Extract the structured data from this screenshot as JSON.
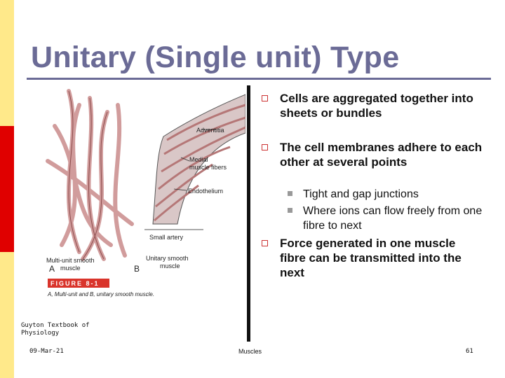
{
  "title": "Unitary (Single unit) Type",
  "figure": {
    "labels": {
      "adventitia": "Adventitia",
      "medial_1": "Medial",
      "medial_2": "muscle fibers",
      "endothelium": "Endothelium",
      "small_artery": "Small artery",
      "multi_1": "Multi-unit smooth",
      "multi_2": "muscle",
      "unitary_1": "Unitary smooth",
      "unitary_2": "muscle",
      "a": "A",
      "b": "B",
      "figure_tag": "FIGURE 8-1",
      "caption": "A, Multi-unit and B, unitary smooth muscle."
    }
  },
  "bullets": [
    {
      "text": "Cells are aggregated together into sheets or bundles"
    },
    {
      "text": "The cell membranes adhere to each other at several points"
    }
  ],
  "sub_bullets": [
    {
      "text": "Tight and gap junctions"
    },
    {
      "text": "Where ions can flow freely from one fibre to next"
    }
  ],
  "bullet3": {
    "text": "Force generated in one muscle fibre can be transmitted into the next"
  },
  "footer": {
    "source": "Guyton Textbook of Physiology",
    "date": "09-Mar-21",
    "center": "Muscles",
    "page": "61"
  }
}
